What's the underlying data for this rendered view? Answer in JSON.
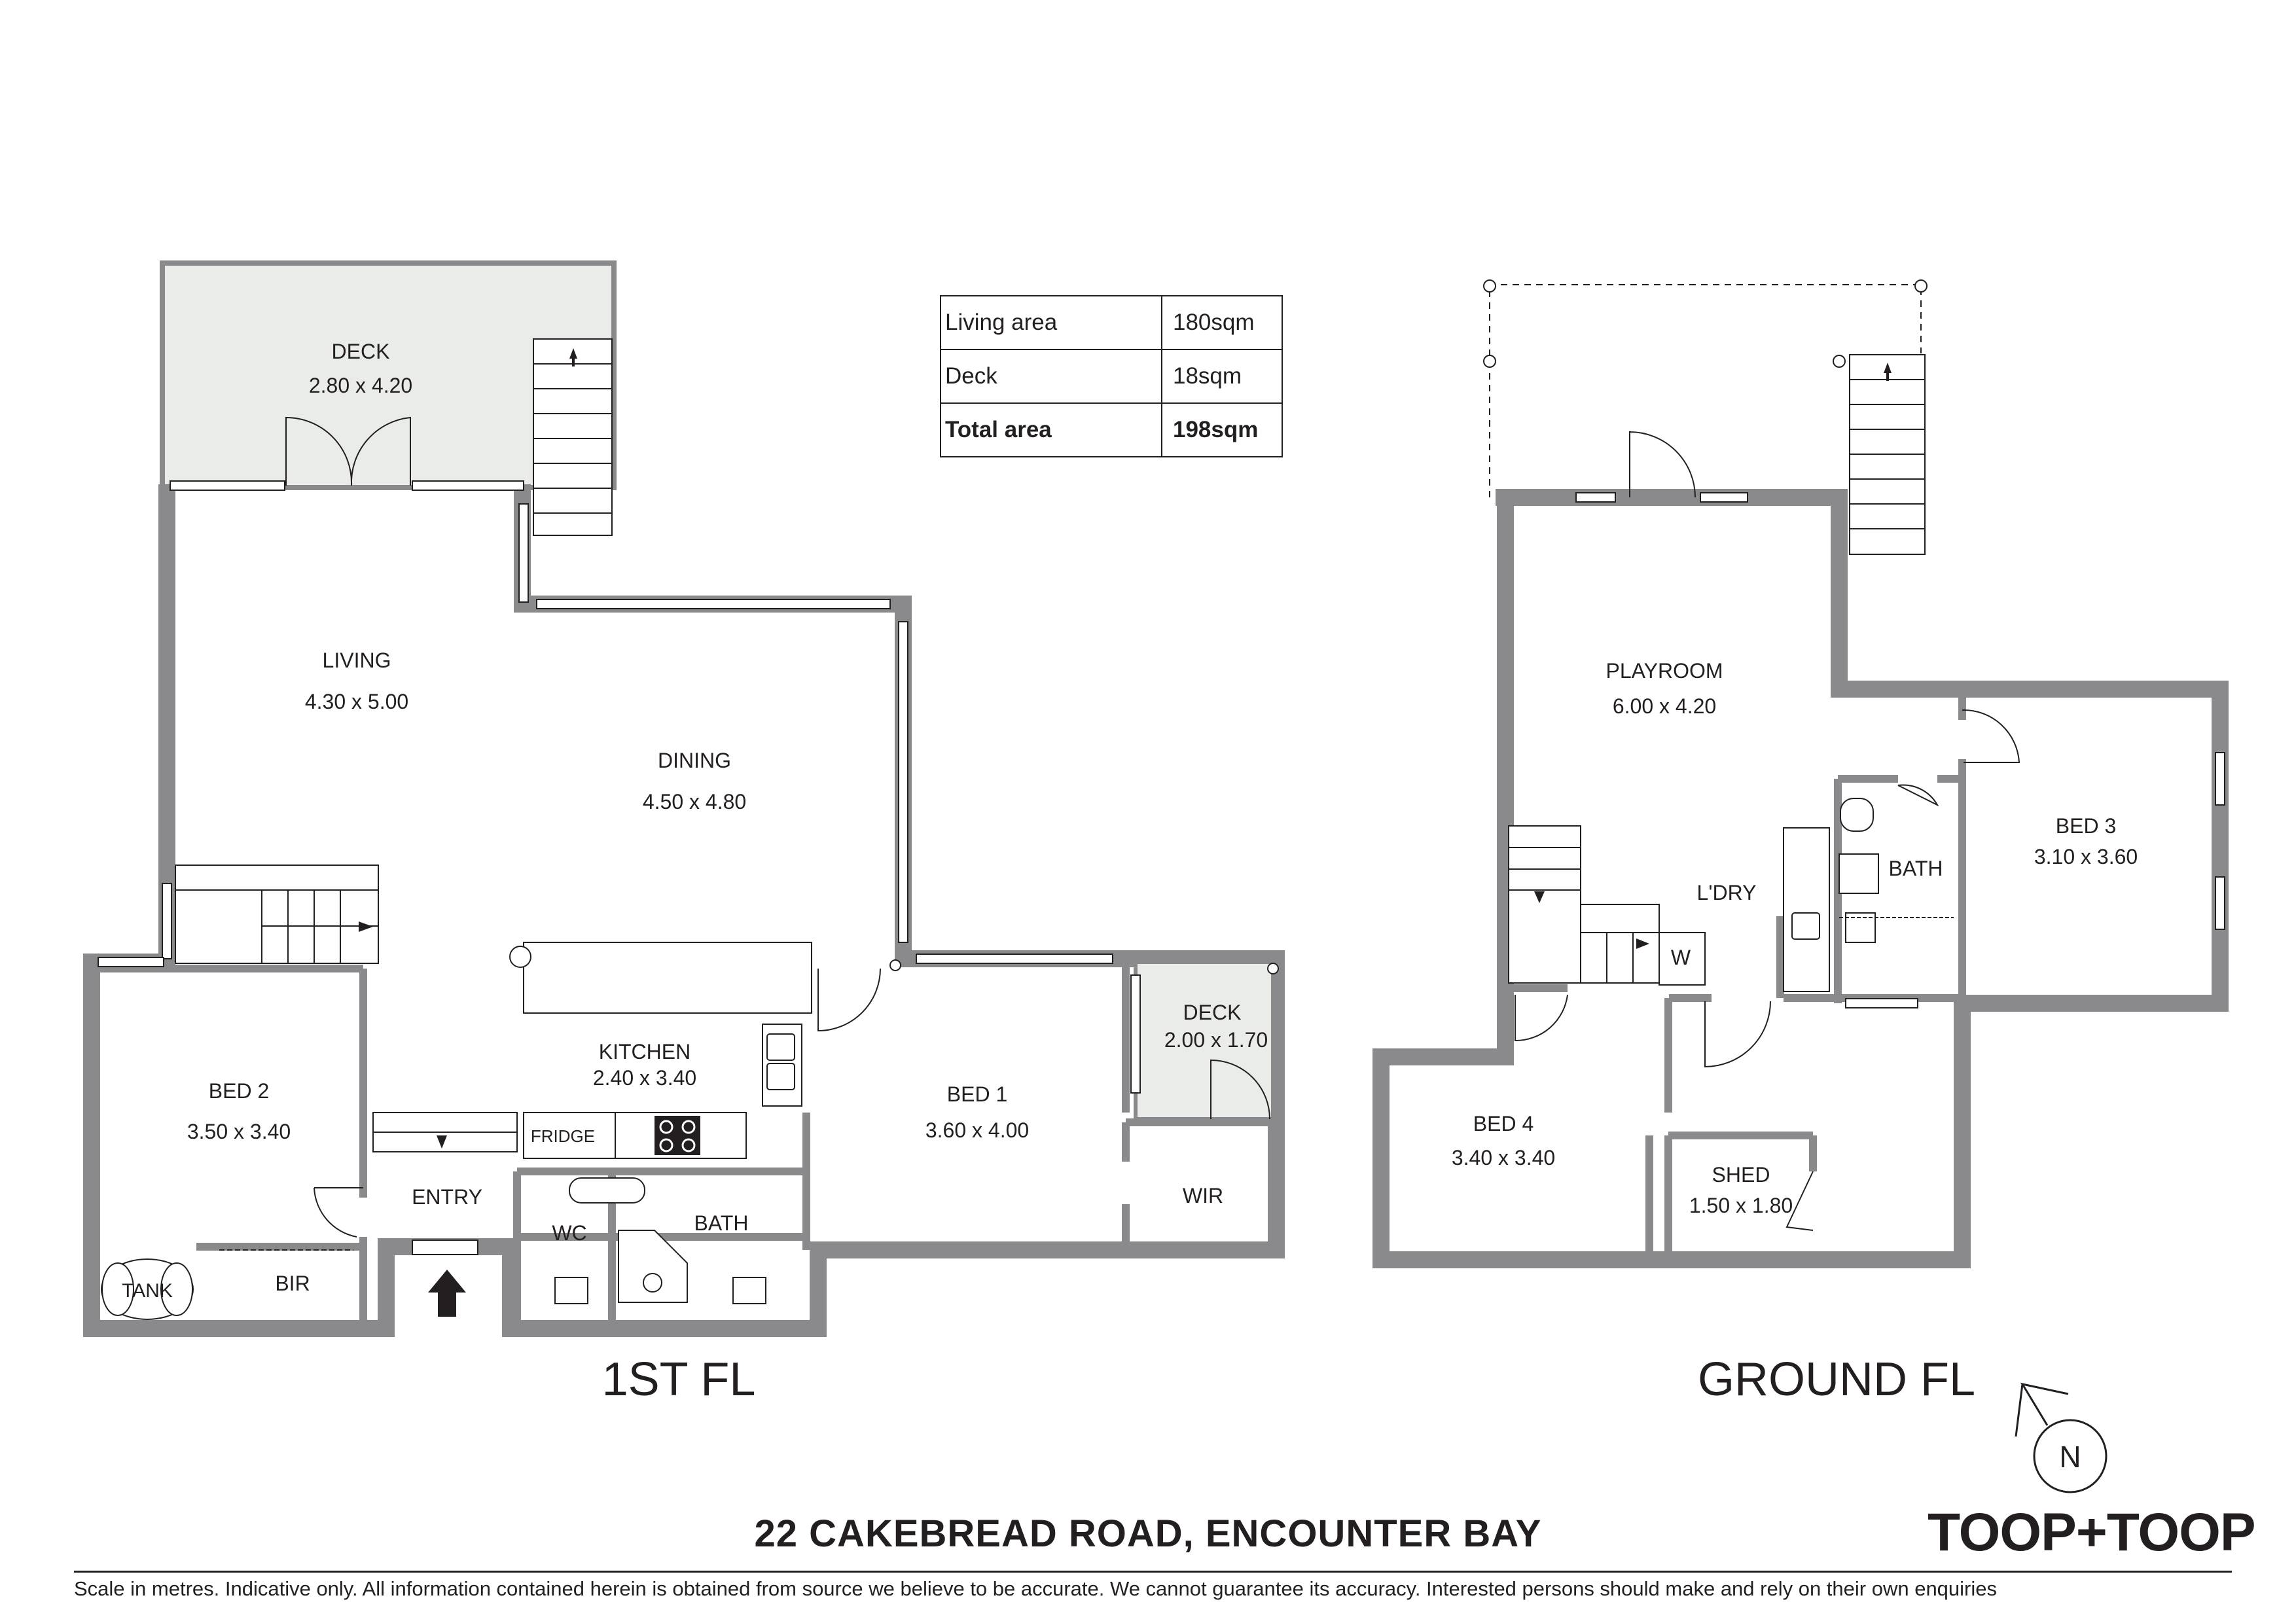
{
  "address": "22 CAKEBREAD ROAD, ENCOUNTER BAY",
  "brand": "TOOP+TOOP",
  "disclaimer": "Scale in metres. Indicative only. All information contained herein is obtained from source we believe to be accurate. We cannot guarantee its accuracy. Interested persons should make and rely on their own enquiries",
  "area_table": {
    "rows": [
      {
        "label": "Living area",
        "value": "180sqm"
      },
      {
        "label": "Deck",
        "value": "18sqm"
      }
    ],
    "total": {
      "label": "Total area",
      "value": "198sqm"
    }
  },
  "first_floor": {
    "title": "1ST FL",
    "rooms": {
      "deck_top": {
        "name": "DECK",
        "size": "2.80 x 4.20"
      },
      "living": {
        "name": "LIVING",
        "size": "4.30 x 5.00"
      },
      "dining": {
        "name": "DINING",
        "size": "4.50 x 4.80"
      },
      "kitchen": {
        "name": "KITCHEN",
        "size": "2.40 x 3.40"
      },
      "bed2": {
        "name": "BED 2",
        "size": "3.50 x 3.40"
      },
      "bed1": {
        "name": "BED 1",
        "size": "3.60 x 4.00"
      },
      "deck_small": {
        "name": "DECK",
        "size": "2.00 x 1.70"
      },
      "entry": {
        "name": "ENTRY"
      },
      "wc": {
        "name": "WC"
      },
      "bath": {
        "name": "BATH"
      },
      "wir": {
        "name": "WIR"
      },
      "bir": {
        "name": "BIR"
      },
      "tank": {
        "name": "TANK"
      },
      "fridge": {
        "name": "FRIDGE"
      }
    }
  },
  "ground_floor": {
    "title": "GROUND FL",
    "rooms": {
      "playroom": {
        "name": "PLAYROOM",
        "size": "6.00 x 4.20"
      },
      "bed3": {
        "name": "BED 3",
        "size": "3.10 x 3.60"
      },
      "bed4": {
        "name": "BED 4",
        "size": "3.40 x 3.40"
      },
      "shed": {
        "name": "SHED",
        "size": "1.50 x 1.80"
      },
      "bath": {
        "name": "BATH"
      },
      "laundry": {
        "name": "L'DRY"
      },
      "w": {
        "name": "W"
      }
    }
  },
  "north_arrow": {
    "letter": "N"
  },
  "colors": {
    "wall": "#8a8a8c",
    "deck_fill": "#e9ece9",
    "ink": "#231f20"
  }
}
